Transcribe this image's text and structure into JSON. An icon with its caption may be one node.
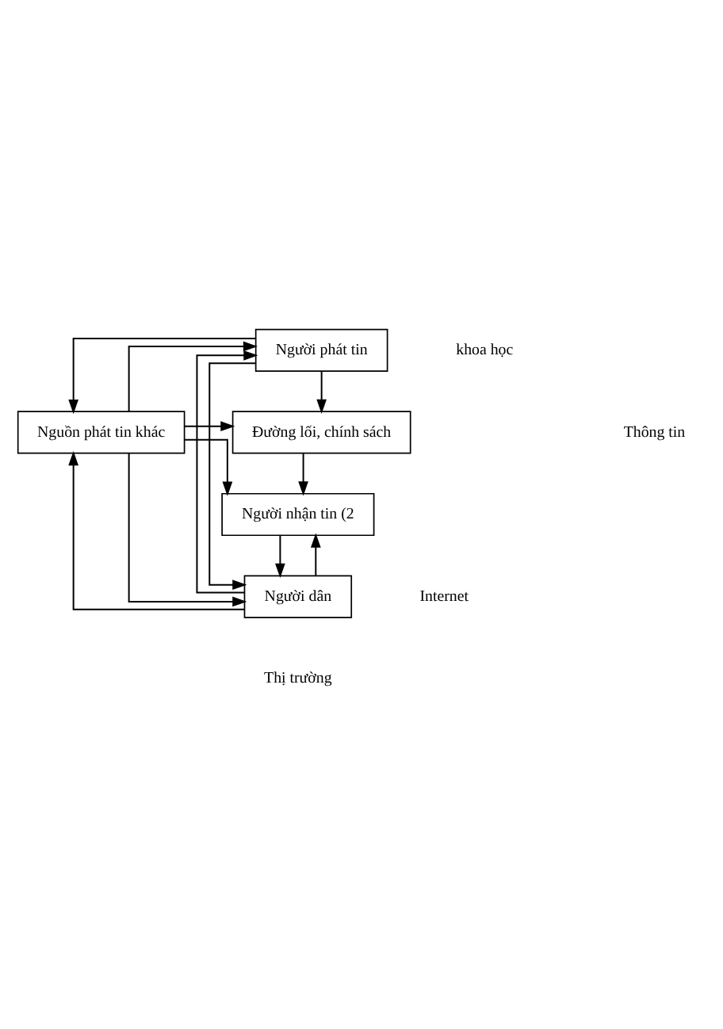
{
  "diagram": {
    "nodes": [
      {
        "text": [
          "Người phát tin"
        ]
      },
      {
        "text": [
          "Đường lối, chính sách"
        ]
      },
      {
        "text": [
          "Nguồn phát tin khác"
        ]
      },
      {
        "text": [
          "Người nhận tin (2"
        ]
      },
      {
        "text": [
          "Người dân"
        ]
      }
    ],
    "edges": [
      {
        "from": 0,
        "to": 1,
        "arrow": "to"
      },
      {
        "from": 0,
        "to": 2,
        "arrow": "to"
      },
      {
        "from": 2,
        "to": 0,
        "arrow": "to"
      },
      {
        "from": 2,
        "to": 1,
        "arrow": "to"
      },
      {
        "from": 1,
        "to": 3,
        "arrow": "to"
      },
      {
        "from": 3,
        "to": 4,
        "arrow": "to"
      },
      {
        "from": 2,
        "to": 3,
        "arrow": "to"
      },
      {
        "from": 2,
        "to": 4,
        "arrow": "to"
      },
      {
        "from": 4,
        "to": 2,
        "arrow": "to"
      },
      {
        "from": 0,
        "to": 4,
        "arrow": "to"
      },
      {
        "from": 4,
        "to": 0,
        "arrow": "to"
      },
      {
        "from": 4,
        "to": 3,
        "arrow": "to"
      }
    ],
    "labels": [
      "khoa học",
      "Thông tin",
      "Internet",
      "Thị trường"
    ]
  }
}
